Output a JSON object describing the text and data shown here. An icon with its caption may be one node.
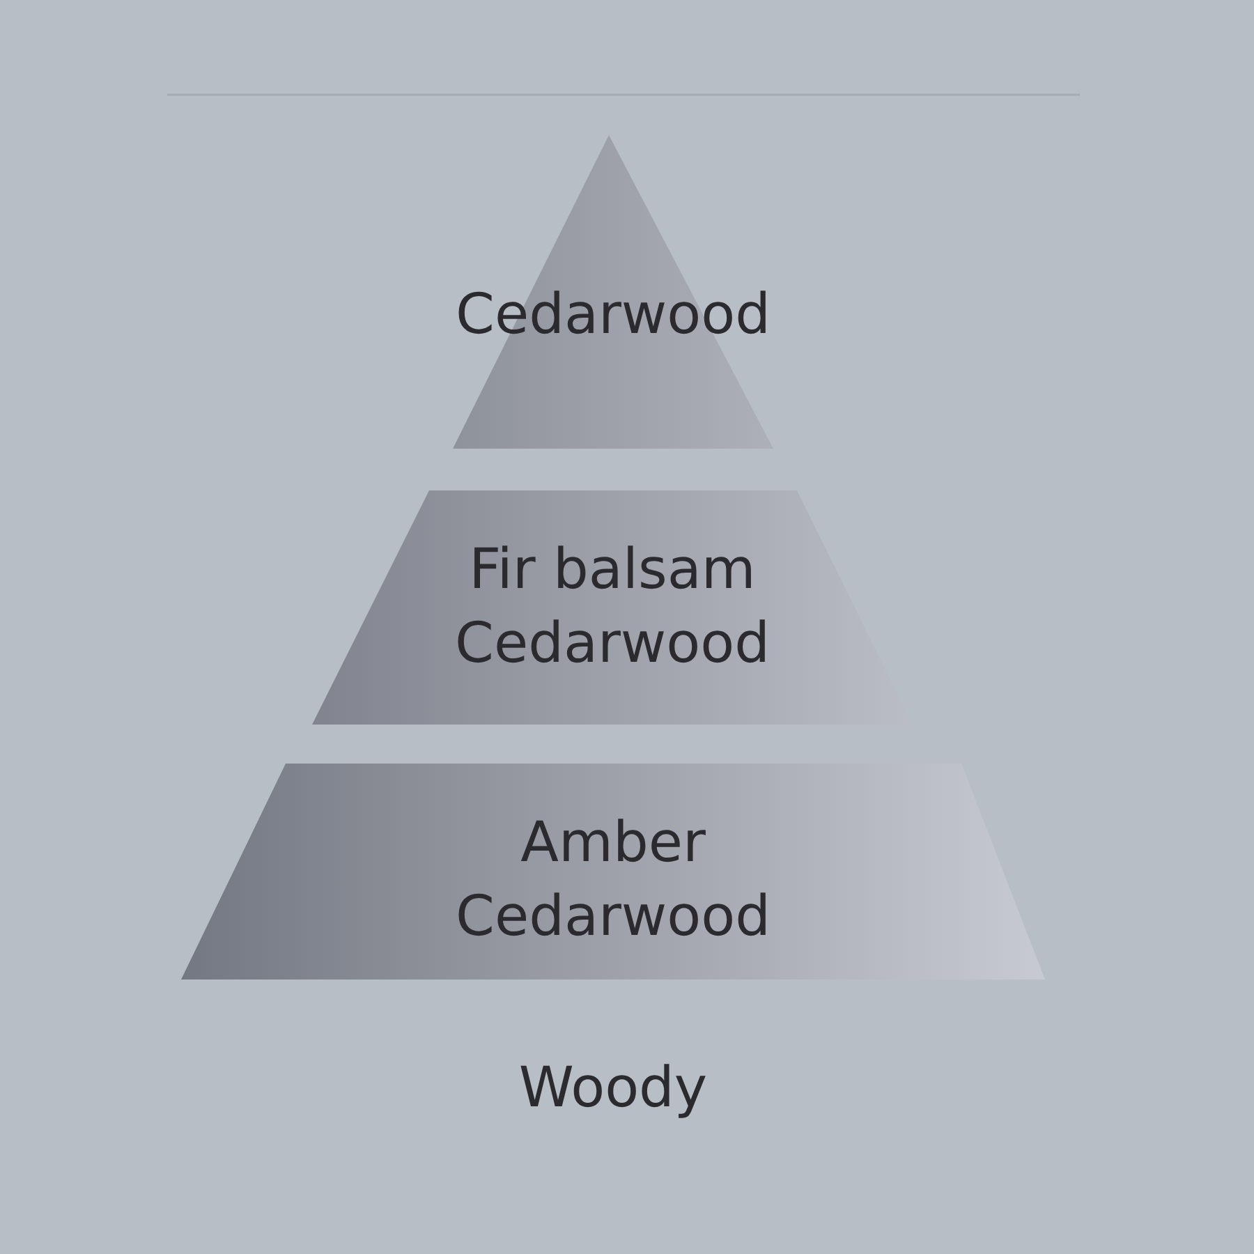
{
  "diagram": {
    "nodes": [
      {
        "text": [
          "Cedarwood"
        ]
      },
      {
        "text": [
          "Fir balsam",
          "Cedarwood"
        ]
      },
      {
        "text": [
          "Amber",
          "Cedarwood"
        ]
      }
    ],
    "labels": [
      "Woody"
    ]
  }
}
